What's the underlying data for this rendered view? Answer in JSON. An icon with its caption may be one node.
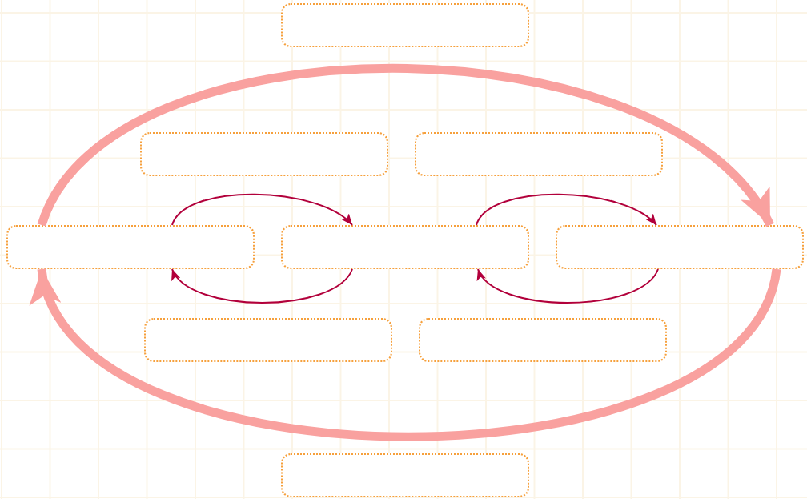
{
  "diagram": {
    "nodes": [
      {
        "text": [],
        "shape": "box"
      },
      {
        "text": [],
        "shape": "box"
      },
      {
        "text": [],
        "shape": "box"
      },
      {
        "text": [],
        "shape": "box"
      },
      {
        "text": [],
        "shape": "box"
      },
      {
        "text": [],
        "shape": "box"
      },
      {
        "text": [],
        "shape": "box"
      },
      {
        "text": [],
        "shape": "box"
      },
      {
        "text": [],
        "shape": "box"
      }
    ],
    "edges": [
      {
        "from": 3,
        "to": 5,
        "arrow": "to",
        "style": "thick",
        "color": "#f9a19f"
      },
      {
        "from": 5,
        "to": 3,
        "arrow": "to",
        "style": "thick",
        "color": "#f9a19f"
      },
      {
        "from": 3,
        "to": 4,
        "arrow": "to"
      },
      {
        "from": 4,
        "to": 3,
        "arrow": "to"
      },
      {
        "from": 4,
        "to": 5,
        "arrow": "to"
      },
      {
        "from": 5,
        "to": 4,
        "arrow": "to"
      }
    ]
  }
}
